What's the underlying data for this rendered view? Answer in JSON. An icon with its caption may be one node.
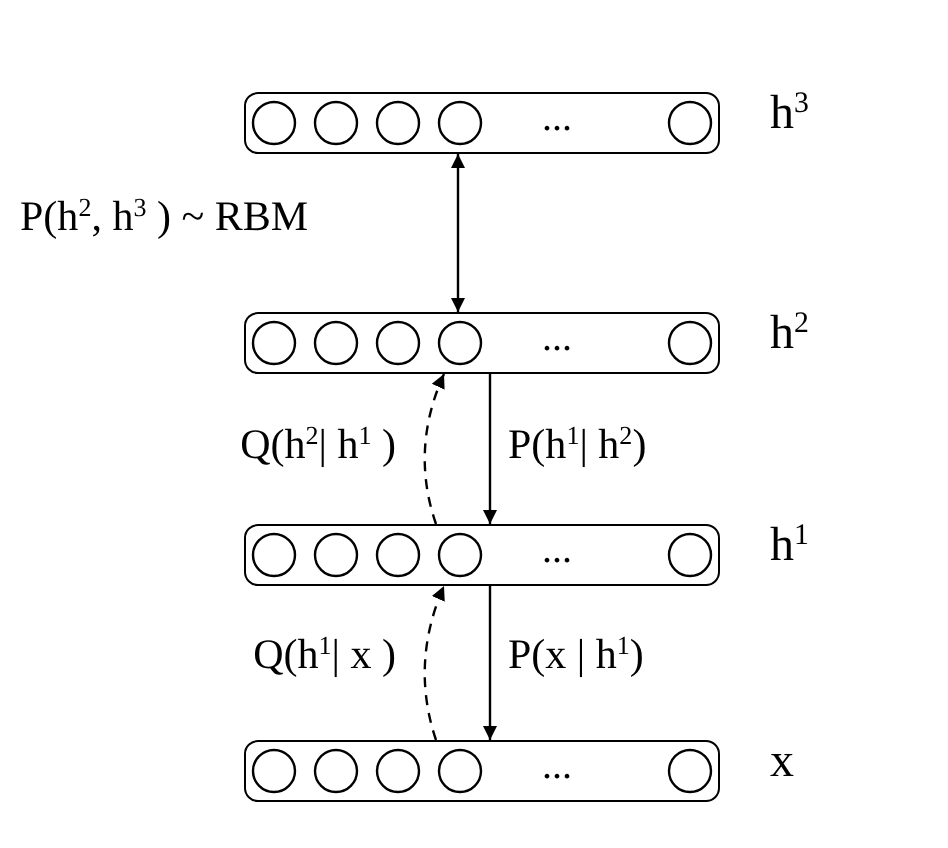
{
  "diagram": {
    "nodes": [
      {
        "text": [
          "..."
        ],
        "beside": [
          "h$^{3}$"
        ]
      },
      {
        "text": [
          "..."
        ],
        "beside": [
          "h$^{2}$"
        ]
      },
      {
        "text": [
          "..."
        ],
        "beside": [
          "h$^{1}$"
        ]
      },
      {
        "text": [
          "..."
        ],
        "beside": [
          "x"
        ]
      }
    ],
    "edges": [
      {
        "from": 0,
        "to": 1,
        "arrow": "both",
        "label": "P(h$^{2}$, h$^{3}$ ) ~ RBM"
      },
      {
        "from": 1,
        "to": 2,
        "arrow": "to",
        "label": "P(h$^{1}$| h$^{2}$)"
      },
      {
        "from": 2,
        "to": 1,
        "arrow": "to",
        "style": "dashed",
        "label": "Q(h$^{2}$| h$^{1}$ )"
      },
      {
        "from": 2,
        "to": 3,
        "arrow": "to",
        "label": "P(x | h$^{1}$)"
      },
      {
        "from": 3,
        "to": 2,
        "arrow": "to",
        "style": "dashed",
        "label": "Q(h$^{1}$| x )"
      }
    ]
  }
}
